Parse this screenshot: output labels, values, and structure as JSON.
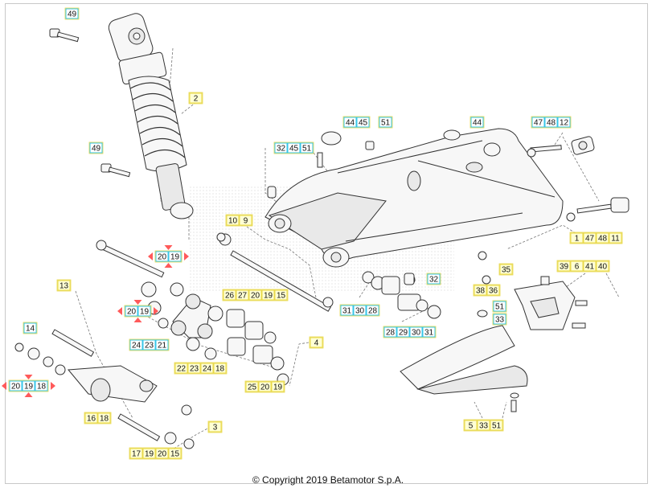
{
  "copyright": "© Copyright 2019 Betamotor S.p.A.",
  "callouts": [
    {
      "name": "callout-49-top",
      "type": "blue",
      "labels": [
        "49"
      ]
    },
    {
      "name": "callout-2",
      "type": "yellow",
      "labels": [
        "2"
      ]
    },
    {
      "name": "callout-49-mid",
      "type": "blue",
      "labels": [
        "49"
      ]
    },
    {
      "name": "callout-10-9",
      "type": "yellow",
      "labels": [
        "10",
        "9"
      ]
    },
    {
      "name": "callout-20-19-top",
      "type": "red",
      "labels": [
        "20",
        "19"
      ]
    },
    {
      "name": "callout-13",
      "type": "yellow",
      "labels": [
        "13"
      ]
    },
    {
      "name": "callout-20-19-left",
      "type": "red",
      "labels": [
        "20",
        "19"
      ]
    },
    {
      "name": "callout-24-23-21",
      "type": "blue",
      "labels": [
        "24",
        "23",
        "21"
      ]
    },
    {
      "name": "callout-14",
      "type": "blue",
      "labels": [
        "14"
      ]
    },
    {
      "name": "callout-20-19-18",
      "type": "red",
      "labels": [
        "20",
        "19",
        "18"
      ]
    },
    {
      "name": "callout-16-18",
      "type": "yellow",
      "labels": [
        "16",
        "18"
      ]
    },
    {
      "name": "callout-26-27-20-19-15",
      "type": "yellow",
      "labels": [
        "26",
        "27",
        "20",
        "19",
        "15"
      ]
    },
    {
      "name": "callout-22-23-24-18",
      "type": "yellow",
      "labels": [
        "22",
        "23",
        "24",
        "18"
      ]
    },
    {
      "name": "callout-4",
      "type": "yellow",
      "labels": [
        "4"
      ]
    },
    {
      "name": "callout-25-20-19",
      "type": "yellow",
      "labels": [
        "25",
        "20",
        "19"
      ]
    },
    {
      "name": "callout-3",
      "type": "yellow",
      "labels": [
        "3"
      ]
    },
    {
      "name": "callout-17-19-20-15",
      "type": "yellow",
      "labels": [
        "17",
        "19",
        "20",
        "15"
      ]
    },
    {
      "name": "callout-32-45-51",
      "type": "blue",
      "labels": [
        "32",
        "45",
        "51"
      ]
    },
    {
      "name": "callout-44-45",
      "type": "blue",
      "labels": [
        "44",
        "45"
      ]
    },
    {
      "name": "callout-51-top",
      "type": "blue",
      "labels": [
        "51"
      ]
    },
    {
      "name": "callout-44-right",
      "type": "blue",
      "labels": [
        "44"
      ]
    },
    {
      "name": "callout-47-48-12",
      "type": "blue",
      "labels": [
        "47",
        "48",
        "12"
      ]
    },
    {
      "name": "callout-1-47-48-11",
      "type": "yellow",
      "labels": [
        "1",
        "47",
        "48",
        "11"
      ]
    },
    {
      "name": "callout-35",
      "type": "yellow",
      "labels": [
        "35"
      ]
    },
    {
      "name": "callout-39-6-41-40",
      "type": "yellow",
      "labels": [
        "39",
        "6",
        "41",
        "40"
      ]
    },
    {
      "name": "callout-38-36",
      "type": "yellow",
      "labels": [
        "38",
        "36"
      ]
    },
    {
      "name": "callout-51-mid",
      "type": "blue",
      "labels": [
        "51"
      ]
    },
    {
      "name": "callout-33-mid",
      "type": "blue",
      "labels": [
        "33"
      ]
    },
    {
      "name": "callout-32-mid",
      "type": "blue",
      "labels": [
        "32"
      ]
    },
    {
      "name": "callout-31-30-28",
      "type": "blue",
      "labels": [
        "31",
        "30",
        "28"
      ]
    },
    {
      "name": "callout-28-29-30-31",
      "type": "blue",
      "labels": [
        "28",
        "29",
        "30",
        "31"
      ]
    },
    {
      "name": "callout-5-33-51",
      "type": "yellow",
      "labels": [
        "5",
        "33",
        "51"
      ]
    }
  ]
}
